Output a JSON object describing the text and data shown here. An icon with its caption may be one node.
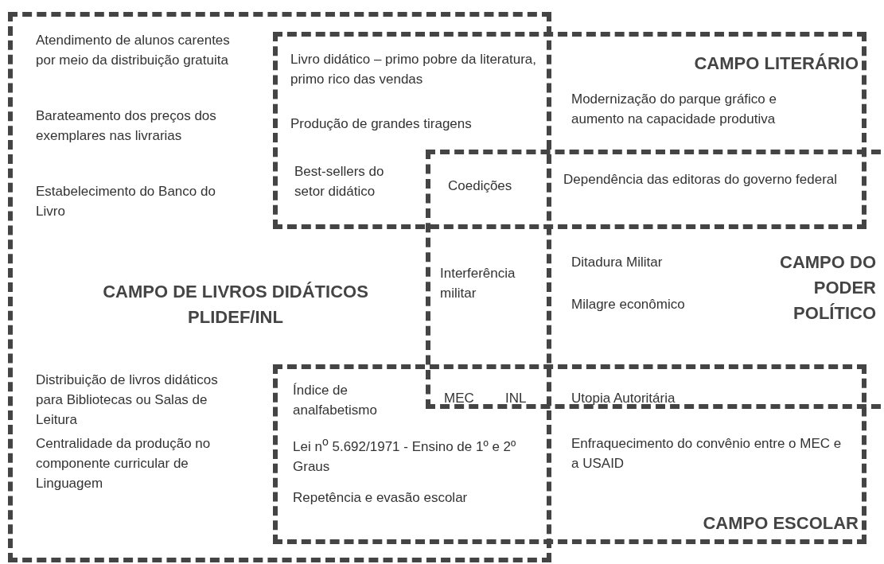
{
  "diagram": {
    "nodes": [
      {
        "text": [
          "CAMPO DE LIVROS DIDÁTICOS PLIDEF/INL"
        ]
      },
      {
        "text": [
          "CAMPO LITERÁRIO"
        ]
      },
      {
        "text": [
          "CAMPO DO PODER POLÍTICO"
        ]
      },
      {
        "text": [
          "CAMPO ESCOLAR"
        ]
      }
    ],
    "edges": [],
    "labels": [
      "Atendimento de alunos carentes por meio da distribuição gratuita",
      "Livro didático – primo pobre da literatura, primo rico das vendas",
      "Modernização do parque gráfico e aumento na capacidade produtiva",
      "Barateamento dos preços dos exemplares nas livrarias",
      "Produção de grandes tiragens",
      "Best-sellers do setor didático",
      "Coedições",
      "Dependência das editoras do governo federal",
      "Estabelecimento do Banco do Livro",
      "Ditadura Militar",
      "Interferência militar",
      "Milagre econômico",
      "Distribuição de livros didáticos para Bibliotecas ou Salas de Leitura",
      "Índice de analfabetismo",
      "MEC",
      "INL",
      "Utopia Autoritária",
      "Centralidade da produção no componente curricular de Linguagem",
      "Lei n$^{o}$ 5.692/1971 - Ensino de 1º e 2º Graus",
      "Enfraquecimento do convênio entre o MEC e a USAID",
      "Repetência e evasão escolar"
    ]
  }
}
